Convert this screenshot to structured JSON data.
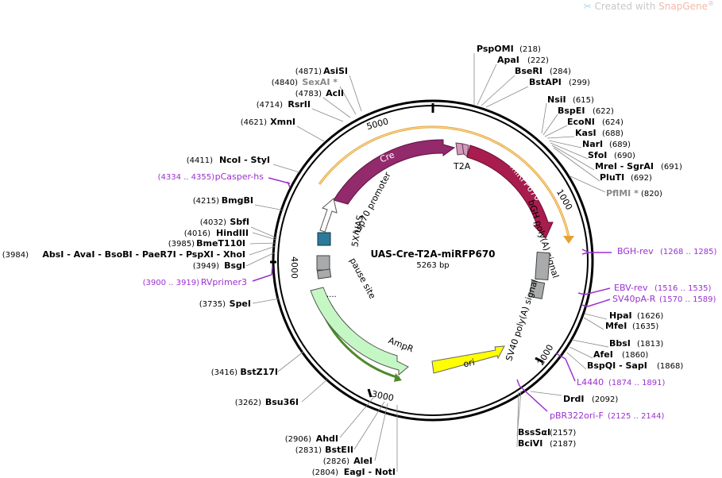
{
  "watermark": {
    "prefix": "Created with ",
    "brand": "SnapGene",
    "reg": "®"
  },
  "map": {
    "name": "UAS-Cre-T2A-miRFP670",
    "size": "5263 bp"
  },
  "ticks": [
    "1000",
    "2000",
    "3000",
    "4000",
    "5000"
  ],
  "features": {
    "cre": "Cre",
    "t2a": "T2A",
    "mirfp": "miRFP670",
    "bgh": "bGH poly(A) signal",
    "sv40": "SV40 poly(A) signal",
    "ori": "ori",
    "ampr": "AmpR",
    "pause": "pause site",
    "uas": "5X UAS",
    "hsp70": "hsp70 promoter"
  },
  "sites_right": [
    {
      "name": "PspOMI",
      "pos": "(218)"
    },
    {
      "name": "ApaI",
      "pos": "(222)"
    },
    {
      "name": "BseRI",
      "pos": "(284)"
    },
    {
      "name": "BstAPI",
      "pos": "(299)"
    },
    {
      "name": "NsiI",
      "pos": "(615)"
    },
    {
      "name": "BspEI",
      "pos": "(622)"
    },
    {
      "name": "EcoNI",
      "pos": "(624)"
    },
    {
      "name": "KasI",
      "pos": "(688)"
    },
    {
      "name": "NarI",
      "pos": "(689)"
    },
    {
      "name": "SfoI",
      "pos": "(690)"
    },
    {
      "name": "MreI - SgrAI",
      "pos": "(691)"
    },
    {
      "name": "PluTI",
      "pos": "(692)"
    },
    {
      "name": "PflMI *",
      "pos": "(820)"
    },
    {
      "name": "HpaI",
      "pos": "(1626)"
    },
    {
      "name": "MfeI",
      "pos": "(1635)"
    },
    {
      "name": "BbsI",
      "pos": "(1813)"
    },
    {
      "name": "AfeI",
      "pos": "(1860)"
    },
    {
      "name": "BspQI - SapI",
      "pos": "(1868)"
    },
    {
      "name": "DrdI",
      "pos": "(2092)"
    },
    {
      "name": "BssSαI",
      "pos": "(2157)"
    },
    {
      "name": "BciVI",
      "pos": "(2187)"
    }
  ],
  "primers_right": [
    {
      "name": "BGH-rev",
      "range": "(1268 .. 1285)"
    },
    {
      "name": "EBV-rev",
      "range": "(1516 .. 1535)"
    },
    {
      "name": "SV40pA-R",
      "range": "(1570 .. 1589)"
    },
    {
      "name": "L4440",
      "range": "(1874 .. 1891)"
    },
    {
      "name": "pBR322ori-F",
      "range": "(2125 .. 2144)"
    }
  ],
  "sites_left": [
    {
      "name": "AsiSI",
      "pos": "(4871)"
    },
    {
      "name": "SexAI *",
      "pos": "(4840)"
    },
    {
      "name": "AclI",
      "pos": "(4783)"
    },
    {
      "name": "RsrII",
      "pos": "(4714)"
    },
    {
      "name": "XmnI",
      "pos": "(4621)"
    },
    {
      "name": "NcoI - StyI",
      "pos": "(4411)"
    },
    {
      "name": "BmgBI",
      "pos": "(4215)"
    },
    {
      "name": "SbfI",
      "pos": "(4032)"
    },
    {
      "name": "HindIII",
      "pos": "(4016)"
    },
    {
      "name": "BmeT110I",
      "pos": "(3985)"
    },
    {
      "name": "AbsI - AvaI - BsoBI - PaeR7I - PspXI - XhoI",
      "pos": "(3984)"
    },
    {
      "name": "BsgI",
      "pos": "(3949)"
    },
    {
      "name": "SpeI",
      "pos": "(3735)"
    },
    {
      "name": "BstZ17I",
      "pos": "(3416)"
    },
    {
      "name": "Bsu36I",
      "pos": "(3262)"
    },
    {
      "name": "AhdI",
      "pos": "(2906)"
    },
    {
      "name": "BstEII",
      "pos": "(2831)"
    },
    {
      "name": "AleI",
      "pos": "(2826)"
    },
    {
      "name": "EagI - NotI",
      "pos": "(2804)"
    }
  ],
  "primers_left": [
    {
      "name": "pCasper-hs",
      "range": "(4334 .. 4355)"
    },
    {
      "name": "RVprimer3",
      "range": "(3900 .. 3919)"
    }
  ]
}
